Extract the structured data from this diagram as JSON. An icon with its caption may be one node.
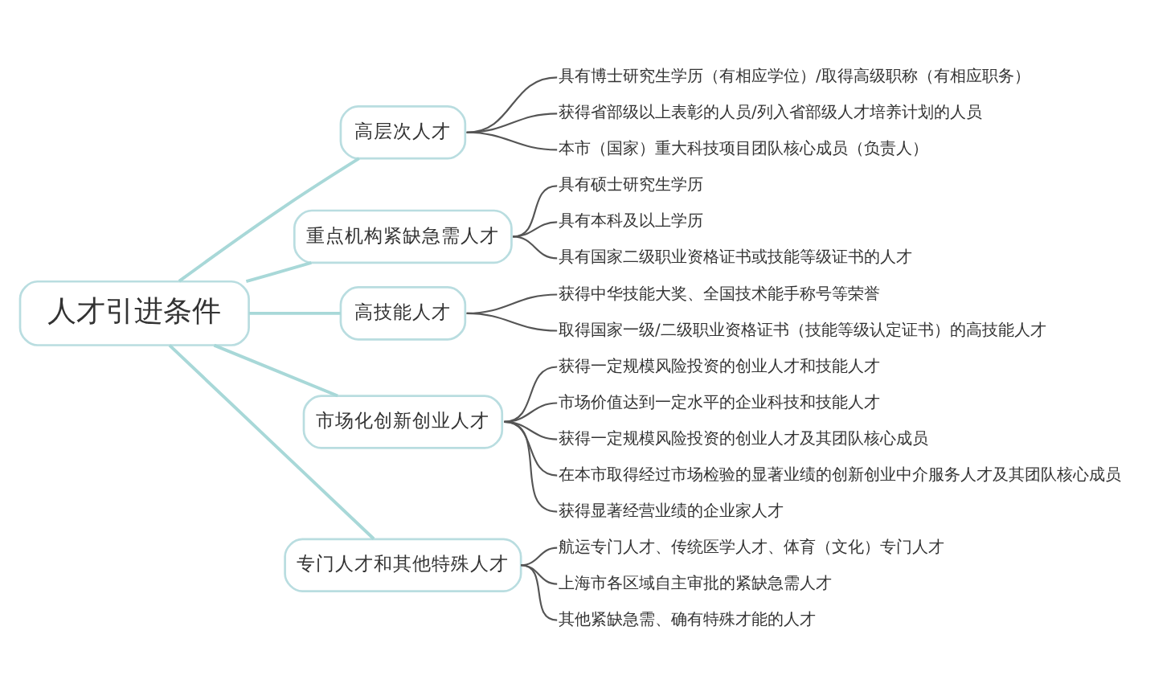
{
  "diagram": {
    "nodes": [
      {
        "text": [
          "人才引进条件"
        ]
      },
      {
        "text": [
          "高层次人才"
        ]
      },
      {
        "text": [
          "具有博士研究生学历（有相应学位）/取得高级职称（有相应职务）"
        ]
      },
      {
        "text": [
          "获得省部级以上表彰的人员/列入省部级人才培养计划的人员"
        ]
      },
      {
        "text": [
          "本市（国家）重大科技项目团队核心成员（负责人）"
        ]
      },
      {
        "text": [
          "重点机构紧缺急需人才"
        ]
      },
      {
        "text": [
          "具有硕士研究生学历"
        ]
      },
      {
        "text": [
          "具有本科及以上学历"
        ]
      },
      {
        "text": [
          "具有国家二级职业资格证书或技能等级证书的人才"
        ]
      },
      {
        "text": [
          "高技能人才"
        ]
      },
      {
        "text": [
          "获得中华技能大奖、全国技术能手称号等荣誉"
        ]
      },
      {
        "text": [
          "取得国家一级/二级职业资格证书（技能等级认定证书）的高技能人才"
        ]
      },
      {
        "text": [
          "市场化创新创业人才"
        ]
      },
      {
        "text": [
          "获得一定规模风险投资的创业人才和技能人才"
        ]
      },
      {
        "text": [
          "市场价值达到一定水平的企业科技和技能人才"
        ]
      },
      {
        "text": [
          "获得一定规模风险投资的创业人才及其团队核心成员"
        ]
      },
      {
        "text": [
          "在本市取得经过市场检验的显著业绩的创新创业中介服务人才及其团队核心成员"
        ]
      },
      {
        "text": [
          "获得显著经营业绩的企业家人才"
        ]
      },
      {
        "text": [
          "专门人才和其他特殊人才"
        ]
      },
      {
        "text": [
          "航运专门人才、传统医学人才、体育（文化）专门人才"
        ]
      },
      {
        "text": [
          "上海市各区域自主审批的紧缺急需人才"
        ]
      },
      {
        "text": [
          "其他紧缺急需、确有特殊才能的人才"
        ]
      }
    ],
    "edges": [
      {
        "from": 0,
        "to": 1,
        "arrow": "none",
        "color": "#a8d8d8"
      },
      {
        "from": 1,
        "to": 2,
        "arrow": "none"
      },
      {
        "from": 1,
        "to": 3,
        "arrow": "none"
      },
      {
        "from": 1,
        "to": 4,
        "arrow": "none"
      },
      {
        "from": 0,
        "to": 5,
        "arrow": "none",
        "color": "#a8d8d8"
      },
      {
        "from": 5,
        "to": 6,
        "arrow": "none"
      },
      {
        "from": 5,
        "to": 7,
        "arrow": "none"
      },
      {
        "from": 5,
        "to": 8,
        "arrow": "none"
      },
      {
        "from": 0,
        "to": 9,
        "arrow": "none",
        "color": "#a8d8d8"
      },
      {
        "from": 9,
        "to": 10,
        "arrow": "none"
      },
      {
        "from": 9,
        "to": 11,
        "arrow": "none"
      },
      {
        "from": 0,
        "to": 12,
        "arrow": "none",
        "color": "#a8d8d8"
      },
      {
        "from": 12,
        "to": 13,
        "arrow": "none"
      },
      {
        "from": 12,
        "to": 14,
        "arrow": "none"
      },
      {
        "from": 12,
        "to": 15,
        "arrow": "none"
      },
      {
        "from": 12,
        "to": 16,
        "arrow": "none"
      },
      {
        "from": 12,
        "to": 17,
        "arrow": "none"
      },
      {
        "from": 0,
        "to": 18,
        "arrow": "none",
        "color": "#a8d8d8"
      },
      {
        "from": 18,
        "to": 19,
        "arrow": "none"
      },
      {
        "from": 18,
        "to": 20,
        "arrow": "none"
      },
      {
        "from": 18,
        "to": 21,
        "arrow": "none"
      }
    ]
  }
}
